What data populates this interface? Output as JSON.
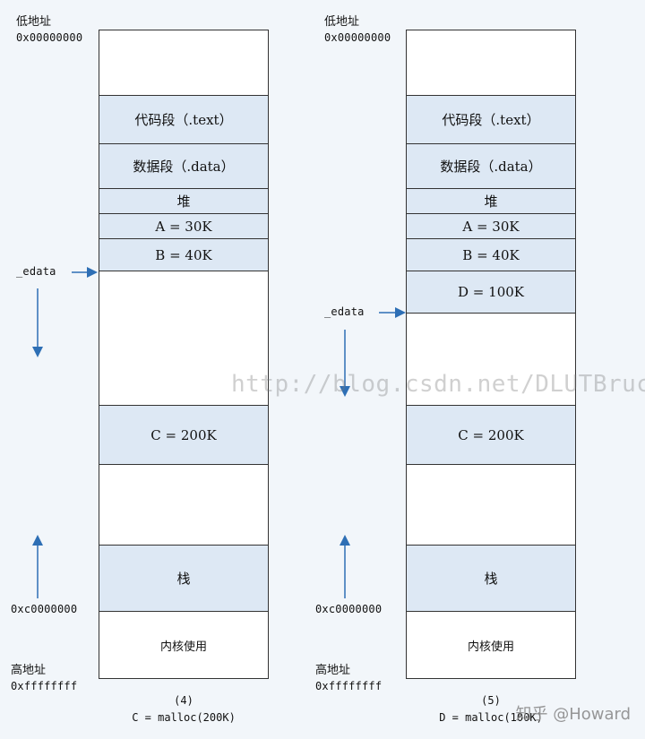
{
  "left": {
    "low_label": "低地址",
    "low_addr": "0x00000000",
    "edata_label": "_edata",
    "kernel_boundary_addr": "0xc0000000",
    "high_label": "高地址",
    "high_addr": "0xffffffff",
    "segments": {
      "text": "代码段（.text）",
      "data": "数据段（.data）",
      "heap": "堆",
      "a": "A = 30K",
      "b": "B = 40K",
      "c": "C = 200K",
      "stack": "栈",
      "kernel": "内核使用"
    },
    "caption_num": "(4)",
    "caption_code": "C = malloc(200K)"
  },
  "right": {
    "low_label": "低地址",
    "low_addr": "0x00000000",
    "edata_label": "_edata",
    "kernel_boundary_addr": "0xc0000000",
    "high_label": "高地址",
    "high_addr": "0xffffffff",
    "segments": {
      "text": "代码段（.text）",
      "data": "数据段（.data）",
      "heap": "堆",
      "a": "A = 30K",
      "b": "B = 40K",
      "d": "D = 100K",
      "c": "C = 200K",
      "stack": "栈",
      "kernel": "内核使用"
    },
    "caption_num": "(5)",
    "caption_code": "D = malloc(100K)"
  },
  "watermark": "http://blog.csdn.net/DLUTBruce",
  "zhihu_mark": "知乎 @Howard",
  "colors": {
    "segment_fill": "#dde8f4",
    "arrow": "#2e6fb5"
  }
}
